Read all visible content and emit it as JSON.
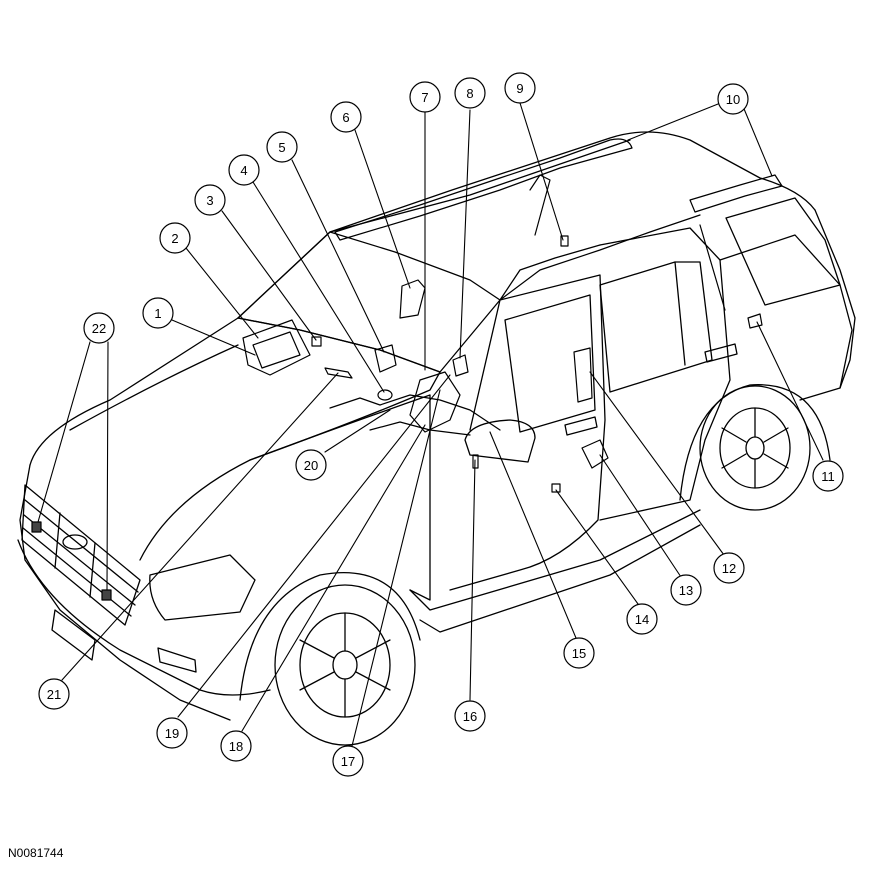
{
  "figure_id": "N0081744",
  "callouts": [
    "1",
    "2",
    "3",
    "4",
    "5",
    "6",
    "7",
    "8",
    "9",
    "10",
    "11",
    "12",
    "13",
    "14",
    "15",
    "16",
    "17",
    "18",
    "19",
    "20",
    "21",
    "22"
  ]
}
